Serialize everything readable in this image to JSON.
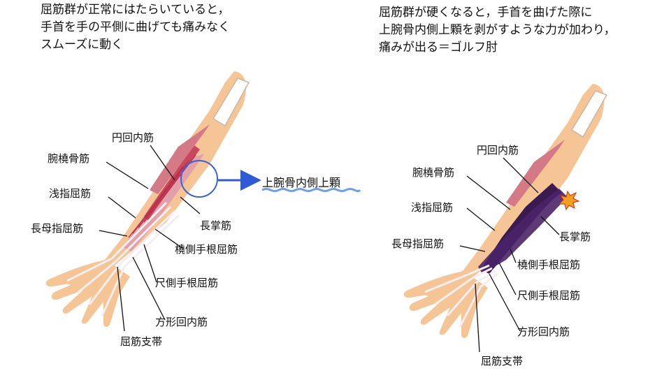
{
  "captions": {
    "left": [
      "屈筋群が正常にはたらいていると，",
      "手首を手の平側に曲げても痛みなく",
      "スムーズに動く"
    ],
    "right": [
      "屈筋群が硬くなると，手首を曲げた際に",
      "上腕骨内側上顆を剥がすような力が加わり，",
      "痛みが出る＝ゴルフ肘"
    ]
  },
  "left_labels": {
    "enkainai": "円回内筋",
    "wantou": "腕橈骨筋",
    "sensikussetsu": "浅指屈筋",
    "chobosi": "長母指屈筋",
    "chosho": "長掌筋",
    "tousoku": "橈側手根屈筋",
    "shakusoku": "尺側手根屈筋",
    "houkei": "方形回内筋",
    "kukkin": "屈筋支帯"
  },
  "highlight_label": "上腕骨内側上顆",
  "right_labels": {
    "enkainai": "円回内筋",
    "wantou": "腕橈骨筋",
    "sensikussetsu": "浅指屈筋",
    "chobosi": "長母指屈筋",
    "chosho": "長掌筋",
    "tousoku": "橈側手根屈筋",
    "shakusoku": "尺側手根屈筋",
    "houkei": "方形回内筋",
    "kukkin": "屈筋支帯"
  },
  "colors": {
    "skin": "#f5c596",
    "muscle": "#e0a2a8",
    "muscle_dark": "#b8304a",
    "tendon": "#f4eef0",
    "bone": "#ffffff",
    "stiff": "#3b1a52",
    "circle": "#3a62d6",
    "arrow": "#2f5ad6",
    "underline": "#6ea0ea",
    "pain": "#f0a01e"
  }
}
